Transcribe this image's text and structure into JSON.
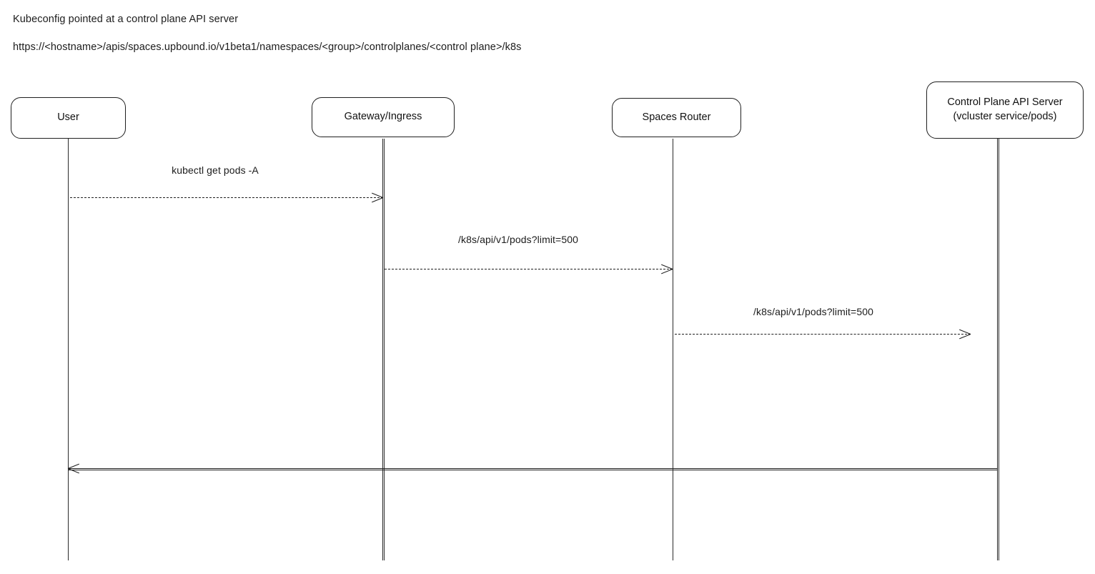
{
  "header": {
    "title": "Kubeconfig pointed at a control plane API server",
    "url": "https://<hostname>/apis/spaces.upbound.io/v1beta1/namespaces/<group>/controlplanes/<control plane>/k8s"
  },
  "diagram": {
    "type": "sequence-diagram",
    "stroke_color": "#1f1f1f",
    "background_color": "#ffffff",
    "participants": [
      {
        "id": "user",
        "label": "User",
        "line2": ""
      },
      {
        "id": "gateway",
        "label": "Gateway/Ingress",
        "line2": ""
      },
      {
        "id": "spaces-router",
        "label": "Spaces Router",
        "line2": ""
      },
      {
        "id": "control-plane",
        "label": "Control Plane API Server",
        "line2": "(vcluster service/pods)"
      }
    ],
    "messages": [
      {
        "id": "msg-kubectl-get-pods",
        "label": "kubectl get pods -A",
        "from": "user",
        "to": "gateway",
        "style": "dashed",
        "direction": "right"
      },
      {
        "id": "msg-gateway-to-router",
        "label": "/k8s/api/v1/pods?limit=500",
        "from": "gateway",
        "to": "spaces-router",
        "style": "dashed",
        "direction": "right"
      },
      {
        "id": "msg-router-to-control-plane",
        "label": "/k8s/api/v1/pods?limit=500",
        "from": "spaces-router",
        "to": "control-plane",
        "style": "dashed",
        "direction": "right"
      },
      {
        "id": "msg-response-to-user",
        "label": "",
        "from": "control-plane",
        "to": "user",
        "style": "solid",
        "direction": "left"
      }
    ]
  }
}
